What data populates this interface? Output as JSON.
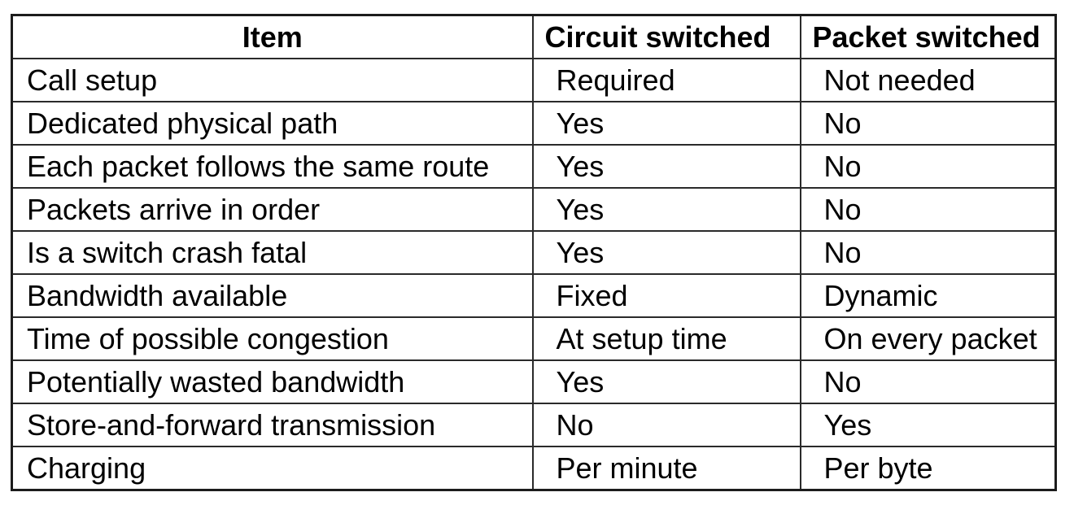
{
  "chart_data": {
    "type": "table",
    "columns": [
      "Item",
      "Circuit switched",
      "Packet switched"
    ],
    "rows": [
      [
        "Call setup",
        "Required",
        "Not needed"
      ],
      [
        "Dedicated physical path",
        "Yes",
        "No"
      ],
      [
        "Each packet follows the same route",
        "Yes",
        "No"
      ],
      [
        "Packets arrive in order",
        "Yes",
        "No"
      ],
      [
        "Is a switch crash fatal",
        "Yes",
        "No"
      ],
      [
        "Bandwidth available",
        "Fixed",
        "Dynamic"
      ],
      [
        "Time of possible congestion",
        "At setup time",
        "On every packet"
      ],
      [
        "Potentially wasted bandwidth",
        "Yes",
        "No"
      ],
      [
        "Store-and-forward transmission",
        "No",
        "Yes"
      ],
      [
        "Charging",
        "Per minute",
        "Per byte"
      ]
    ],
    "layout": {
      "grid": "all-borders",
      "header_style": "bold",
      "item_header_align": "center",
      "value_header_align": "left"
    }
  },
  "colors": {
    "background": "#ffffff",
    "border": "#1c1c1c",
    "text": "#000000"
  }
}
